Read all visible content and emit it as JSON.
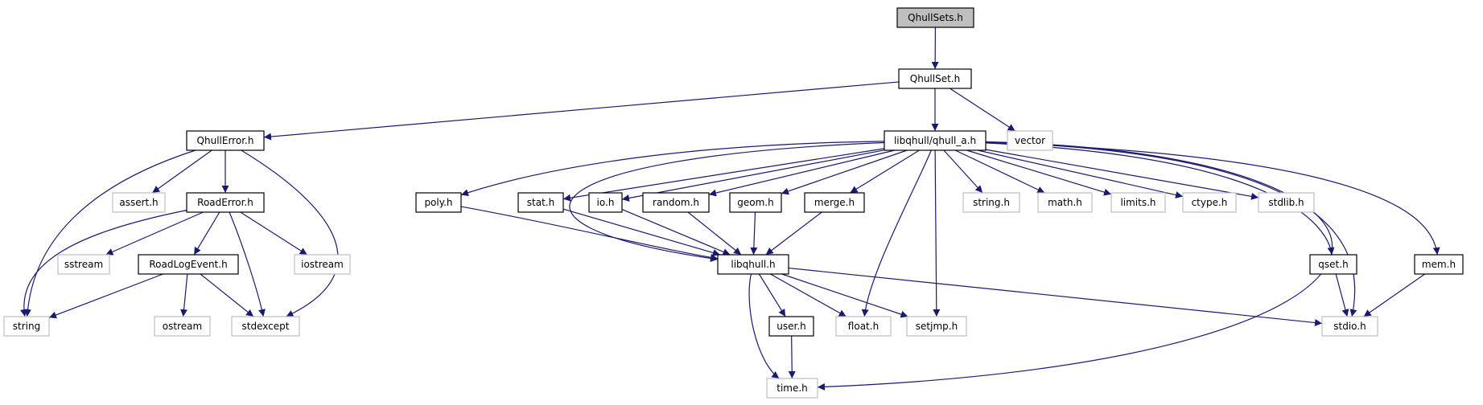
{
  "colors": {
    "edge": "#191970",
    "node_border": "#000000",
    "external_border": "#bfbfbf",
    "root_fill": "#bfbfbf",
    "background": "#ffffff"
  },
  "nodes": {
    "qhullsets": {
      "label": "QhullSets.h",
      "kind": "root"
    },
    "qhullset": {
      "label": "QhullSet.h",
      "kind": "file"
    },
    "qhullerror": {
      "label": "QhullError.h",
      "kind": "file"
    },
    "qhull_a": {
      "label": "libqhull/qhull_a.h",
      "kind": "file"
    },
    "vector": {
      "label": "vector",
      "kind": "external"
    },
    "assert": {
      "label": "assert.h",
      "kind": "external"
    },
    "roaderror": {
      "label": "RoadError.h",
      "kind": "file"
    },
    "sstream": {
      "label": "sstream",
      "kind": "external"
    },
    "roadlogevent": {
      "label": "RoadLogEvent.h",
      "kind": "file"
    },
    "iostream": {
      "label": "iostream",
      "kind": "external"
    },
    "string": {
      "label": "string",
      "kind": "external"
    },
    "ostream": {
      "label": "ostream",
      "kind": "external"
    },
    "stdexcept": {
      "label": "stdexcept",
      "kind": "external"
    },
    "poly": {
      "label": "poly.h",
      "kind": "file"
    },
    "stat": {
      "label": "stat.h",
      "kind": "file"
    },
    "io": {
      "label": "io.h",
      "kind": "file"
    },
    "random": {
      "label": "random.h",
      "kind": "file"
    },
    "geom": {
      "label": "geom.h",
      "kind": "file"
    },
    "merge": {
      "label": "merge.h",
      "kind": "file"
    },
    "string_h": {
      "label": "string.h",
      "kind": "external"
    },
    "math_h": {
      "label": "math.h",
      "kind": "external"
    },
    "limits_h": {
      "label": "limits.h",
      "kind": "external"
    },
    "ctype_h": {
      "label": "ctype.h",
      "kind": "external"
    },
    "stdlib_h": {
      "label": "stdlib.h",
      "kind": "external"
    },
    "libqhull": {
      "label": "libqhull.h",
      "kind": "file"
    },
    "qset": {
      "label": "qset.h",
      "kind": "file"
    },
    "mem": {
      "label": "mem.h",
      "kind": "file"
    },
    "user": {
      "label": "user.h",
      "kind": "file"
    },
    "float_h": {
      "label": "float.h",
      "kind": "external"
    },
    "setjmp_h": {
      "label": "setjmp.h",
      "kind": "external"
    },
    "stdio_h": {
      "label": "stdio.h",
      "kind": "external"
    },
    "time_h": {
      "label": "time.h",
      "kind": "external"
    }
  },
  "edges": [
    [
      "qhullsets",
      "qhullset"
    ],
    [
      "qhullset",
      "qhullerror"
    ],
    [
      "qhullset",
      "qhull_a"
    ],
    [
      "qhullset",
      "vector"
    ],
    [
      "qhullerror",
      "string"
    ],
    [
      "qhullerror",
      "assert"
    ],
    [
      "qhullerror",
      "roaderror"
    ],
    [
      "qhullerror",
      "stdexcept"
    ],
    [
      "roaderror",
      "string"
    ],
    [
      "roaderror",
      "sstream"
    ],
    [
      "roaderror",
      "roadlogevent"
    ],
    [
      "roaderror",
      "stdexcept"
    ],
    [
      "roaderror",
      "iostream"
    ],
    [
      "roadlogevent",
      "string"
    ],
    [
      "roadlogevent",
      "ostream"
    ],
    [
      "roadlogevent",
      "stdexcept"
    ],
    [
      "qhull_a",
      "poly"
    ],
    [
      "qhull_a",
      "stat"
    ],
    [
      "qhull_a",
      "io"
    ],
    [
      "qhull_a",
      "random"
    ],
    [
      "qhull_a",
      "geom"
    ],
    [
      "qhull_a",
      "merge"
    ],
    [
      "qhull_a",
      "libqhull"
    ],
    [
      "qhull_a",
      "float_h"
    ],
    [
      "qhull_a",
      "setjmp_h"
    ],
    [
      "qhull_a",
      "string_h"
    ],
    [
      "qhull_a",
      "math_h"
    ],
    [
      "qhull_a",
      "limits_h"
    ],
    [
      "qhull_a",
      "ctype_h"
    ],
    [
      "qhull_a",
      "stdlib_h"
    ],
    [
      "qhull_a",
      "qset"
    ],
    [
      "qhull_a",
      "stdio_h"
    ],
    [
      "qhull_a",
      "mem"
    ],
    [
      "qhull_a",
      "time_h"
    ],
    [
      "poly",
      "libqhull"
    ],
    [
      "stat",
      "libqhull"
    ],
    [
      "io",
      "libqhull"
    ],
    [
      "random",
      "libqhull"
    ],
    [
      "geom",
      "libqhull"
    ],
    [
      "merge",
      "libqhull"
    ],
    [
      "libqhull",
      "user"
    ],
    [
      "libqhull",
      "float_h"
    ],
    [
      "libqhull",
      "setjmp_h"
    ],
    [
      "libqhull",
      "stdio_h"
    ],
    [
      "libqhull",
      "time_h"
    ],
    [
      "user",
      "time_h"
    ],
    [
      "qset",
      "stdio_h"
    ],
    [
      "mem",
      "stdio_h"
    ]
  ]
}
